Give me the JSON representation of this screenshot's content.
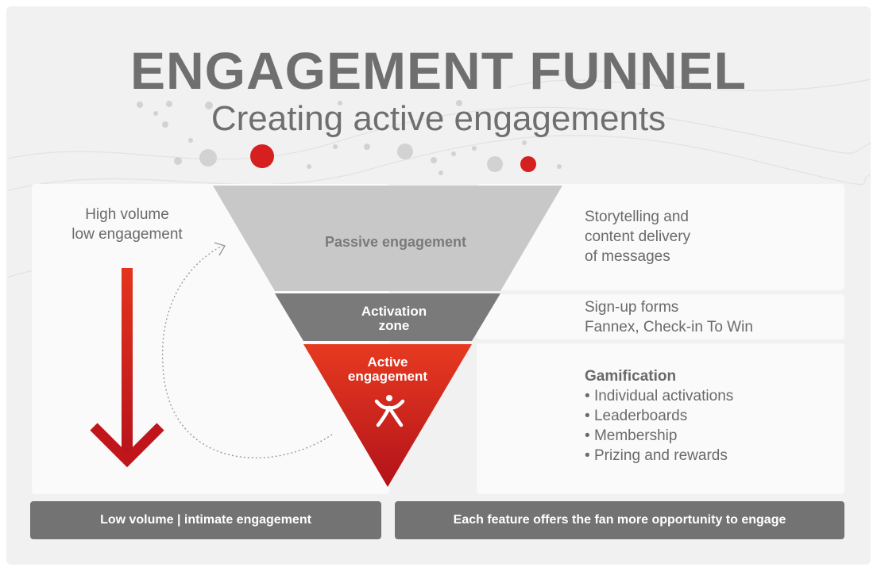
{
  "header": {
    "title": "ENGAGEMENT FUNNEL",
    "subtitle": "Creating active engagements"
  },
  "left_note": {
    "line1": "High volume",
    "line2": "low engagement"
  },
  "funnel": {
    "stages": [
      {
        "label_line1": "Passive engagement",
        "label_line2": "",
        "color": "#c8c8c8",
        "text_color": "#7a7a7a"
      },
      {
        "label_line1": "Activation",
        "label_line2": "zone",
        "color": "#7a7a7a",
        "text_color": "#ffffff"
      },
      {
        "label_line1": "Active",
        "label_line2": "engagement",
        "color": "#c8171c",
        "text_color": "#ffffff"
      }
    ],
    "icon": "person-cheer-icon"
  },
  "descriptions": {
    "passive": [
      "Storytelling and",
      "content delivery",
      "of messages"
    ],
    "activation": [
      "Sign-up forms",
      "Fannex, Check-in To Win"
    ],
    "active": {
      "heading": "Gamification",
      "items": [
        "Individual activations",
        "Leaderboards",
        "Membership",
        "Prizing and rewards"
      ]
    }
  },
  "footer": {
    "left": "Low volume | intimate engagement",
    "right": "Each feature offers the fan more opportunity to engage"
  },
  "colors": {
    "accent_red": "#d0201f",
    "dark_gray": "#737373",
    "light_gray": "#c8c8c8",
    "title_gray": "#6f6f6f"
  }
}
